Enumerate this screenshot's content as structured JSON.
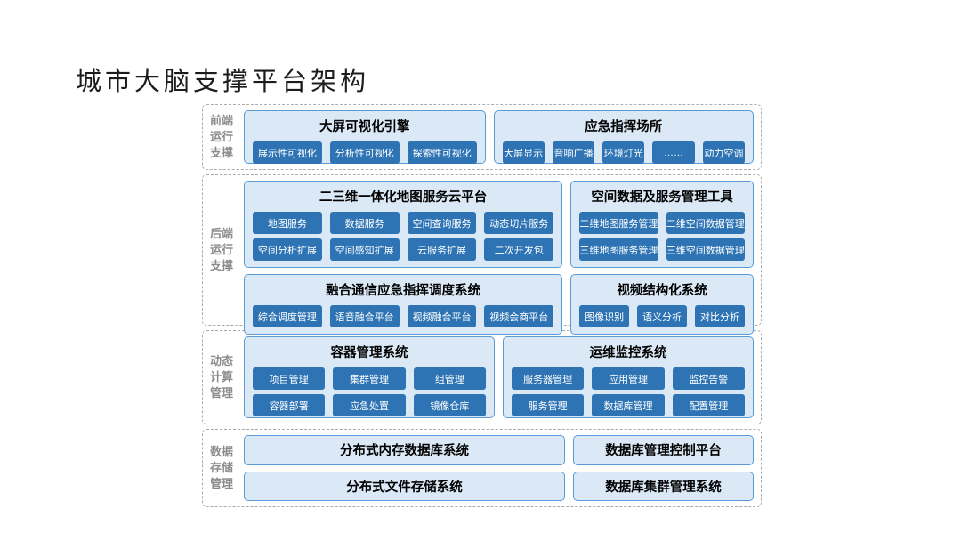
{
  "page": {
    "title": "城市大脑支撑平台架构"
  },
  "colors": {
    "module_blue": "#2e74b5",
    "panel_fill": "#dbe9f6",
    "panel_border": "#5b9bd5",
    "label_gray": "#8c8c8c",
    "frame_dash_gray": "#ababab"
  },
  "sections": [
    {
      "id": "frontend-support",
      "label_lines": [
        "前端",
        "运行",
        "支撑"
      ],
      "groups": [
        {
          "header": "大屏可视化引擎",
          "rows": [
            [
              "展示性可视化",
              "分析性可视化",
              "探索性可视化"
            ]
          ]
        },
        {
          "header": "应急指挥场所",
          "rows": [
            [
              "大屏显示",
              "音响广播",
              "环境灯光",
              "……",
              "动力空调"
            ]
          ]
        }
      ]
    },
    {
      "id": "backend-support",
      "label_lines": [
        "后端",
        "运行",
        "支撑"
      ],
      "groups": [
        {
          "header": "二三维一体化地图服务云平台",
          "rows": [
            [
              "地图服务",
              "数据服务",
              "空间查询服务",
              "动态切片服务"
            ],
            [
              "空间分析扩展",
              "空间感知扩展",
              "云服务扩展",
              "二次开发包"
            ]
          ]
        },
        {
          "header": "空间数据及服务管理工具",
          "rows": [
            [
              "二维地图服务管理",
              "二维空间数据管理"
            ],
            [
              "三维地图服务管理",
              "三维空间数据管理"
            ]
          ]
        },
        {
          "header": "融合通信应急指挥调度系统",
          "rows": [
            [
              "综合调度管理",
              "语音融合平台",
              "视频融合平台",
              "视频会商平台"
            ]
          ]
        },
        {
          "header": "视频结构化系统",
          "rows": [
            [
              "图像识别",
              "语义分析",
              "对比分析"
            ]
          ]
        }
      ]
    },
    {
      "id": "dynamic-compute-management",
      "label_lines": [
        "动态",
        "计算",
        "管理"
      ],
      "groups": [
        {
          "header": "容器管理系统",
          "rows": [
            [
              "项目管理",
              "集群管理",
              "组管理"
            ],
            [
              "容器部署",
              "应急处置",
              "镜像仓库"
            ]
          ]
        },
        {
          "header": "运维监控系统",
          "rows": [
            [
              "服务器管理",
              "应用管理",
              "监控告警"
            ],
            [
              "服务管理",
              "数据库管理",
              "配置管理"
            ]
          ]
        }
      ]
    },
    {
      "id": "data-storage-management",
      "label_lines": [
        "数据",
        "存储",
        "管理"
      ],
      "plain_boxes": {
        "left": [
          "分布式内存数据库系统",
          "分布式文件存储系统"
        ],
        "right": [
          "数据库管理控制平台",
          "数据库集群管理系统"
        ]
      }
    }
  ]
}
